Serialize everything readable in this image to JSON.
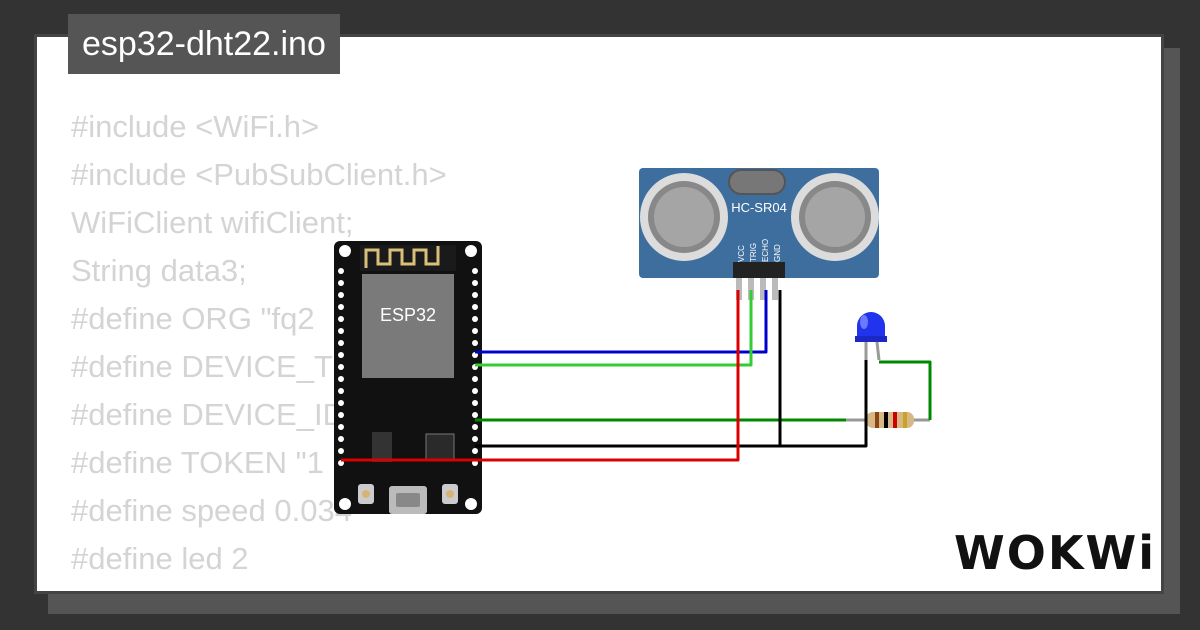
{
  "project": {
    "filename": "esp32-dht22.ino"
  },
  "code_lines": [
    "#include <WiFi.h>",
    "#include <PubSubClient.h>",
    "WiFiClient wifiClient;",
    "String data3;",
    "#define ORG \"fq2",
    "#define DEVICE_T",
    "#define DEVICE_ID",
    "#define TOKEN \"1",
    "#define speed 0.034",
    "#define led 2"
  ],
  "components": {
    "mcu_label": "ESP32",
    "sensor_label": "HC-SR04",
    "sensor_pins": [
      "VCC",
      "TRIG",
      "ECHO",
      "GND"
    ]
  },
  "brand": {
    "logo_text": "WOKWi"
  },
  "colors": {
    "background": "#333333",
    "card": "#ffffff",
    "tab": "#555555",
    "code_text": "#d4d4d4",
    "wire_blue": "#0000cc",
    "wire_green_light": "#33cc33",
    "wire_green_dark": "#008800",
    "wire_black": "#000000",
    "wire_red": "#dd0000",
    "sensor_board": "#3d6e9e",
    "led": "#2233ee"
  }
}
